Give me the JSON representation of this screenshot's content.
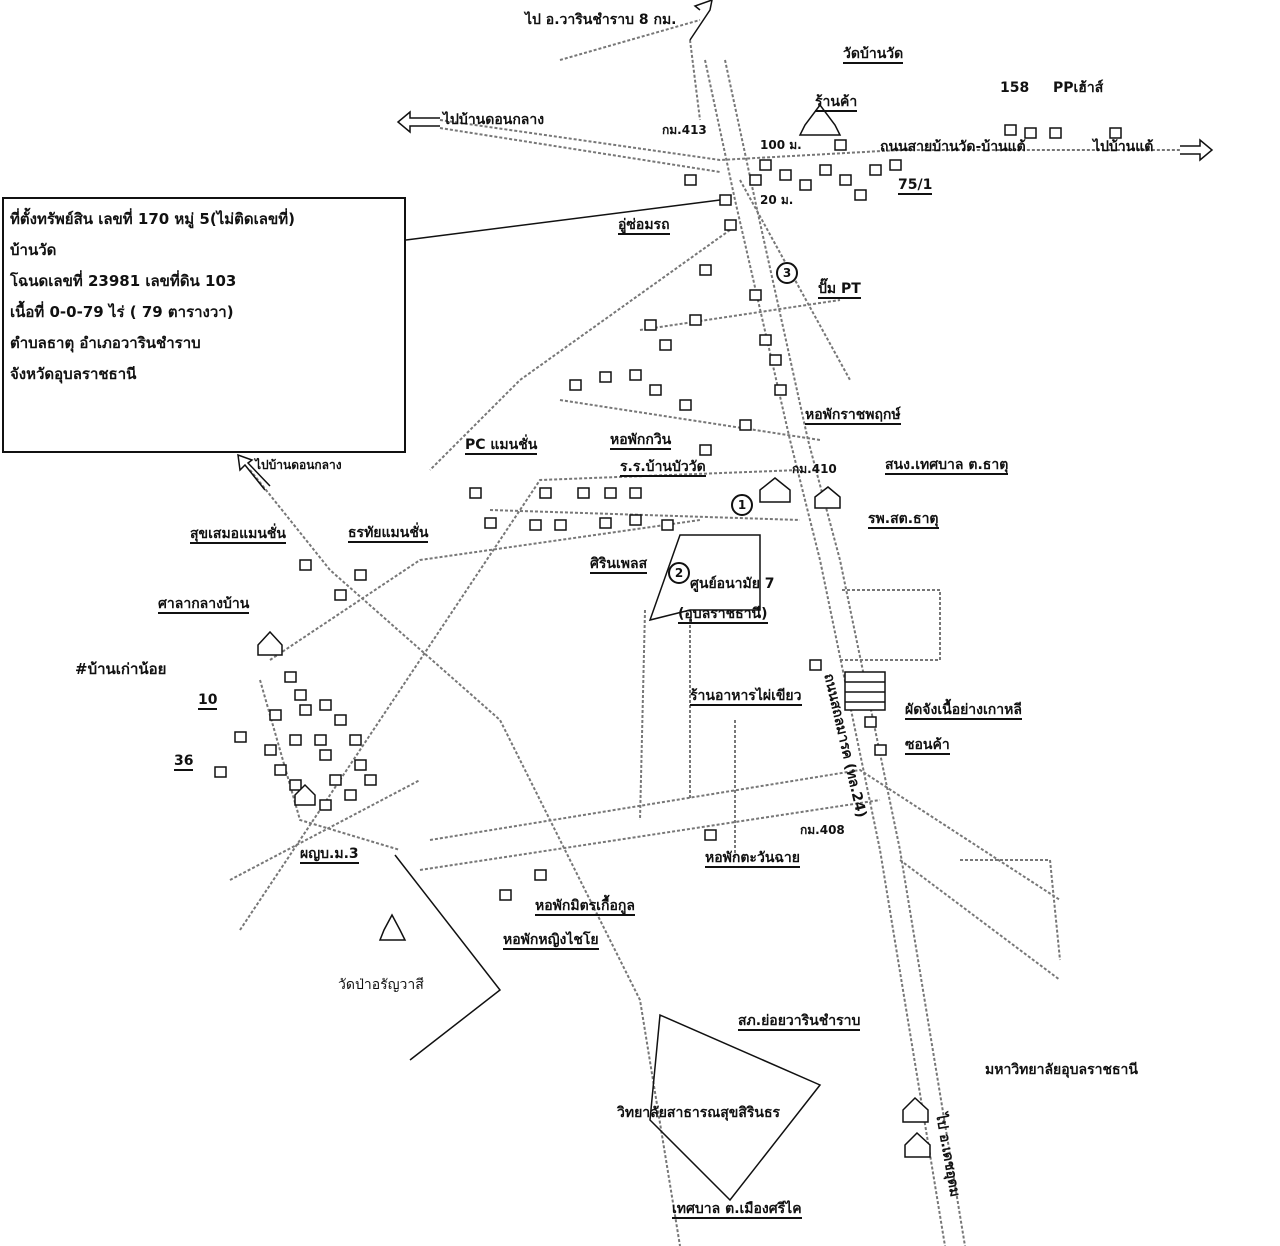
{
  "info_box": {
    "lines": [
      "ที่ตั้งทรัพย์สิน เลขที่ 170 หมู่ 5(ไม่ติดเลขที่)",
      "บ้านวัด",
      "โฉนดเลขที่ 23981 เลขที่ดิน 103",
      "เนื้อที่ 0-0-79 ไร่ ( 79 ตารางวา)",
      "ตำบลธาตุ อำเภอวารินชำราบ",
      "จังหวัดอุบลราชธานี"
    ]
  },
  "directions": {
    "to_warin": "ไป อ.วารินชำราบ 8 กม.",
    "to_don_klang_west": "ไปบ้านดอนกลาง",
    "to_tae": "ไปบ้านแต้",
    "to_don_klang_sw": "ไปบ้านดอนกลาง",
    "to_det_udom": "ไป อ.เดชอุดม"
  },
  "roads": {
    "wat_tae_road": "ถนนสายบ้านวัด-บ้านแต้",
    "highway": "ถนนสถลมารค (ทล.24)"
  },
  "markers": {
    "km413": "กม.413",
    "km410": "กม.410",
    "km408": "กม.408",
    "dist100": "100 ม.",
    "dist20": "20 ม."
  },
  "places": {
    "wat_ban_wat": "วัดบ้านวัด",
    "shop": "ร้านค้า",
    "no158": "158",
    "pp_house": "PPเฮ้าส์",
    "no75_1": "75/1",
    "garage": "อู่ซ่อมรถ",
    "pt_pump": "ปั๊ม PT",
    "ratchaphruek_dorm": "หอพักราชพฤกษ์",
    "kawin_dorm": "หอพักกวิน",
    "pc_mansion": "PC แมนชั่น",
    "school": "ร.ร.บ้านบัววัด",
    "municipal_office": "สนง.เทศบาล ต.ธาตุ",
    "health_hospital": "รพ.สต.ธาตุ",
    "suksamer_mansion": "สุขเสมอแมนชั่น",
    "thornthai_mansion": "ธรทัยแมนชั่น",
    "sirin_place": "ศิรินเพลส",
    "health_center_1": "ศูนย์อนามัย 7",
    "health_center_2": "(อุบลราชธานี)",
    "village_hall": "ศาลากลางบ้าน",
    "ban_kao_noi": "#บ้านเก่าน้อย",
    "pai_khiao_restaurant": "ร้านอาหารไผ่เขียว",
    "korean_bbq": "ผัดจังเนื้อย่างเกาหลี",
    "no10": "10",
    "no36": "36",
    "shop2": "ซอนค้า",
    "village_head": "ผญบ.ม.3",
    "tawanchai_dorm": "หอพักตะวันฉาย",
    "mitkueakun_dorm": "หอพักมิตรเกื้อกูล",
    "chaiyo_dorm": "หอพักหญิงไชโย",
    "wat_pa": "วัดป่าอรัญวาสี",
    "police": "สภ.ย่อยวารินชำราบ",
    "university": "มหาวิทยาลัยอุบลราชธานี",
    "college": "วิทยาลัยสาธารณสุขสิรินธร",
    "municipality_srikai": "เทศบาล ต.เมืองศรีไค"
  },
  "circled": [
    "1",
    "2",
    "3"
  ]
}
